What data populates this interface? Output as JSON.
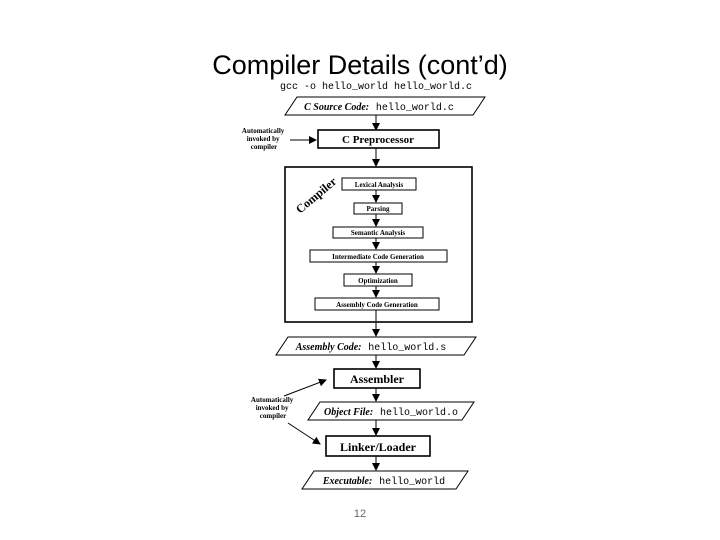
{
  "slide": {
    "title": "Compiler Details (cont’d)",
    "page_number": "12"
  },
  "diagram": {
    "command": "gcc -o hello_world hello_world.c",
    "source": {
      "label": "C Source Code:",
      "file": "hello_world.c"
    },
    "preprocessor": "C Preprocessor",
    "compiler_label": "Compiler",
    "compiler_phases": [
      "Lexical Analysis",
      "Parsing",
      "Semantic Analysis",
      "Intermediate Code Generation",
      "Optimization",
      "Assembly Code Generation"
    ],
    "assembly": {
      "label": "Assembly Code:",
      "file": "hello_world.s"
    },
    "assembler": "Assembler",
    "object": {
      "label": "Object File:",
      "file": "hello_world.o"
    },
    "linker": "Linker/Loader",
    "executable": {
      "label": "Executable:",
      "file": "hello_world"
    },
    "auto_note_1": [
      "Automatically",
      "invoked by",
      "compiler"
    ],
    "auto_note_2": [
      "Automatically",
      "invoked by",
      "compiler"
    ]
  }
}
